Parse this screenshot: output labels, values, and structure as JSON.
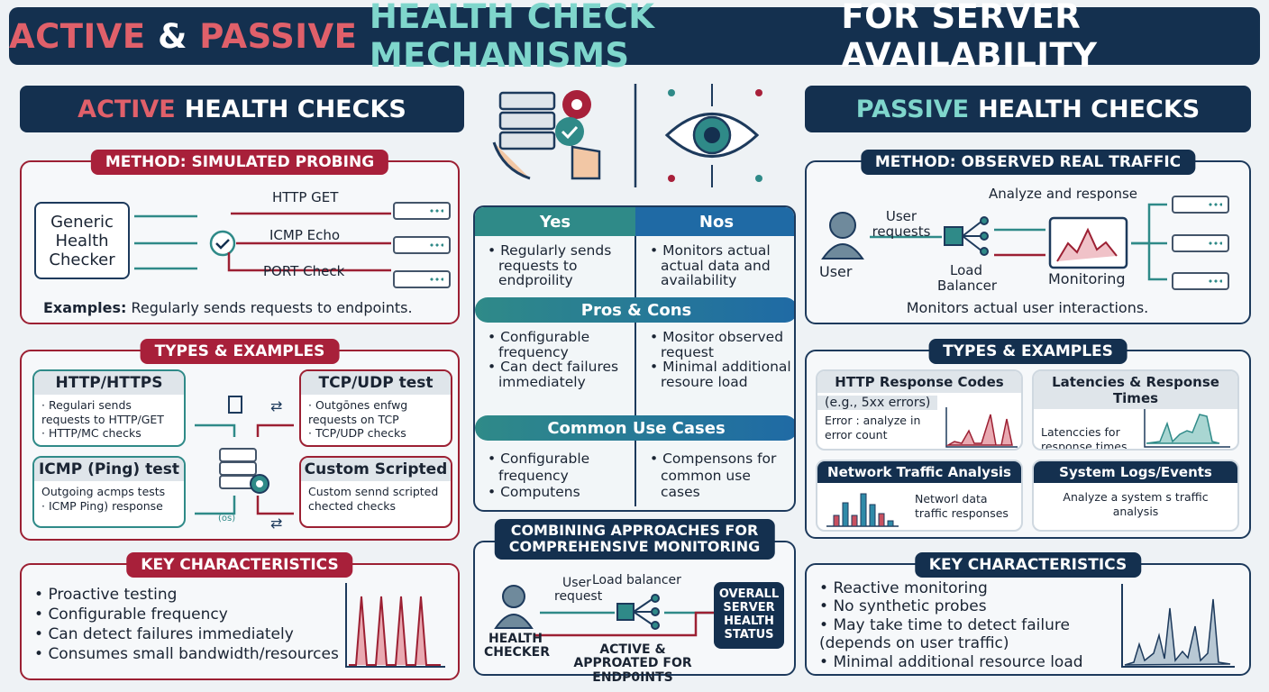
{
  "title": {
    "part1": "ACTIVE",
    "part2": "&",
    "part3": "PASSIVE",
    "part4": "HEALTH CHECK MECHANISMS",
    "part5": "FOR SERVER AVAILABILITY"
  },
  "active": {
    "banner": {
      "accent": "ACTIVE",
      "rest": "HEALTH CHECKS"
    },
    "method": {
      "pill": "METHOD: SIMULATED PROBING",
      "checker": "Generic Health Checker",
      "probes": [
        "HTTP GET",
        "ICMP Echo",
        "PORT Check"
      ],
      "examples_label": "Examples:",
      "examples_text": "Regularly sends requests to endpoints."
    },
    "types": {
      "pill": "TYPES & EXAMPLES",
      "cards": [
        {
          "title": "HTTP/HTTPS",
          "lines": [
            "· Regulari sends",
            "requests to HTTP/GET",
            "· HTTP/MC checks"
          ]
        },
        {
          "title": "TCP/UDP test",
          "lines": [
            "· Outgōnes enfwg",
            "requests on TCP",
            "· TCP/UDP checks"
          ]
        },
        {
          "title": "ICMP (Ping) test",
          "lines": [
            "Outgoing acmps tests",
            "· ICMP Ping) response"
          ]
        },
        {
          "title": "Custom Scripted",
          "lines": [
            "Custom sennd scripted",
            "chected checks"
          ]
        }
      ],
      "os_label": "(os)"
    },
    "key": {
      "pill": "KEY CHARACTERISTICS",
      "items": [
        "Proactive testing",
        "Configurable frequency",
        "Can detect failures immediately",
        "Consumes small bandwidth/resources"
      ]
    }
  },
  "center": {
    "table": {
      "col_yes": "Yes",
      "col_no": "Nos",
      "row1_yes": [
        "Regularly sends requests to endproility"
      ],
      "row1_no": [
        "Monitors actual actual data and availability"
      ],
      "pros_cons": "Pros & Cons",
      "row2_yes": [
        "Configurable frequency",
        "Can dect failures immediately"
      ],
      "row2_no": [
        "Mositor observed request",
        "Minimal additional resoure load"
      ],
      "use_cases": "Common Use Cases",
      "row3_yes": [
        "Configurable frequency",
        "Computens"
      ],
      "row3_no": [
        "Compensons for common use cases"
      ]
    },
    "combine": {
      "pill_line1": "COMBINING APPROACHES FOR",
      "pill_line2": "COMPREHENSIVE MONITORING",
      "user_request": "User request",
      "load_balancer": "Load balancer",
      "health_checker": "HEALTH CHECKER",
      "status": "OVERALL SERVER HEALTH STATUS",
      "active_label": "ACTIVE & APPROATED FOR ENDP0INTS"
    }
  },
  "passive": {
    "banner": {
      "accent": "PASSIVE",
      "rest": "HEALTH CHECKS"
    },
    "method": {
      "pill": "METHOD: OBSERVED REAL TRAFFIC",
      "user": "User",
      "user_requests": "User requests",
      "load_balancer": "Load Balancer",
      "analyze": "Analyze and response",
      "monitoring": "Monitoring",
      "caption": "Monitors actual user interactions."
    },
    "types": {
      "pill": "TYPES & EXAMPLES",
      "cards": [
        {
          "title": "HTTP Response Codes",
          "subtitle": "(e.g., 5xx errors)",
          "lines": [
            "Error : analyze in",
            "error count"
          ]
        },
        {
          "title": "Latencies & Response Times",
          "lines": [
            "Latenccies for",
            "response times"
          ]
        },
        {
          "title": "Network Traffic Analysis",
          "lines": [
            "Networl data",
            "traffic responses"
          ]
        },
        {
          "title": "System Logs/Events",
          "lines": [
            "Analyze a system s traffic",
            "analysis"
          ]
        }
      ]
    },
    "key": {
      "pill": "KEY CHARACTERISTICS",
      "items": [
        "Reactive monitoring",
        "No synthetic probes",
        "May take time to detect failure (depends on user traffic)",
        "Minimal additional resource load"
      ]
    }
  },
  "colors": {
    "navy": "#14304f",
    "crimson": "#a8203a",
    "teal": "#2f8a88",
    "blue": "#1f6aa5"
  }
}
